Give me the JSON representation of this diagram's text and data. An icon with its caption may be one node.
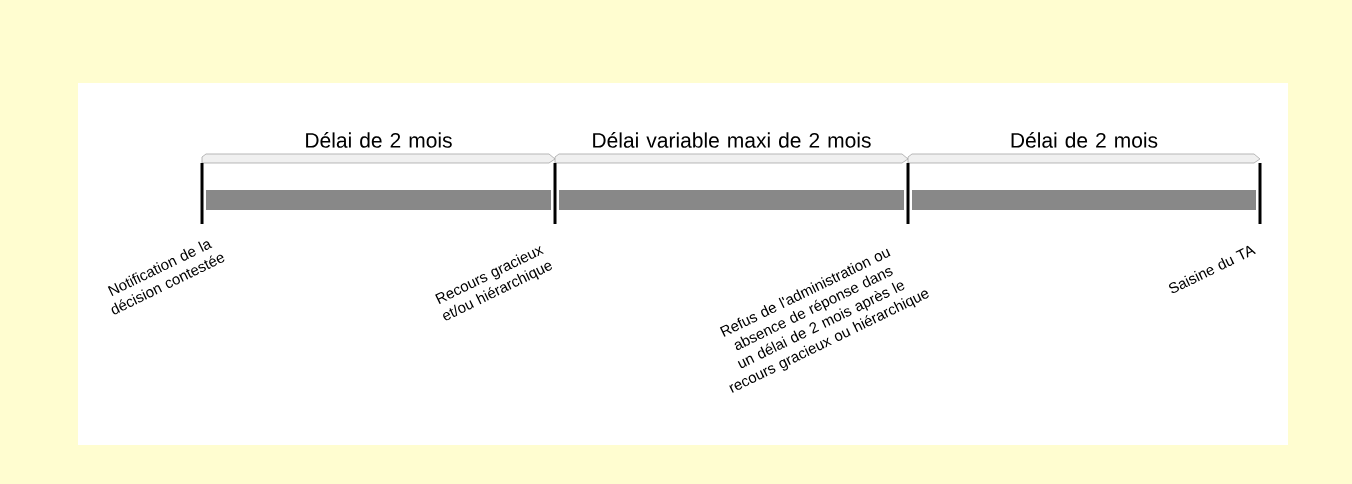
{
  "diagram": {
    "nodes": [
      {
        "text": [
          "Délai de 2 mois"
        ]
      },
      {
        "text": [
          "Délai variable maxi de 2 mois"
        ]
      },
      {
        "text": [
          "Délai de 2 mois"
        ]
      }
    ],
    "labels": [
      "Notification de la décision contestée",
      "Recours gracieux et/ou hiérarchique",
      "Refus de l'administration ou absence de réponse dans un délai de 2 mois après le recours gracieux ou hiérarchique",
      "Saisine du TA"
    ]
  }
}
